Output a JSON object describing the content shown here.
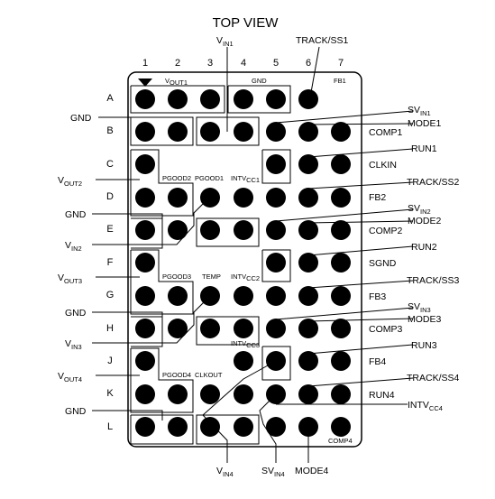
{
  "title": "TOP VIEW",
  "columns": [
    "1",
    "2",
    "3",
    "4",
    "5",
    "6",
    "7"
  ],
  "rows": [
    "A",
    "B",
    "C",
    "D",
    "E",
    "F",
    "G",
    "H",
    "J",
    "K",
    "L"
  ],
  "colors": {
    "ink": "#000000",
    "background": "#ffffff"
  },
  "icons": [
    "pin1-marker-triangle-icon"
  ],
  "inside_labels": {
    "vout1": {
      "main": "V",
      "sub": "OUT1"
    },
    "gnd_a": "GND",
    "fb1": "FB1",
    "pgood2": "PGOOD2",
    "pgood1": "PGOOD1",
    "intvcc1": {
      "main": "INTV",
      "sub": "CC1"
    },
    "pgood3": "PGOOD3",
    "temp": "TEMP",
    "intvcc2": {
      "main": "INTV",
      "sub": "CC2"
    },
    "intvcc3": {
      "main": "INTV",
      "sub": "CC3"
    },
    "pgood4": "PGOOD4",
    "clkout": "CLKOUT",
    "comp4": "COMP4"
  },
  "top_labels": {
    "vin1": {
      "main": "V",
      "sub": "IN1"
    },
    "track_ss1": "TRACK/SS1"
  },
  "bottom_labels": {
    "vin4": {
      "main": "V",
      "sub": "IN4"
    },
    "svin4": {
      "main": "SV",
      "sub": "IN4"
    },
    "mode4": "MODE4"
  },
  "left_labels": {
    "gnd1": "GND",
    "vout2": {
      "main": "V",
      "sub": "OUT2"
    },
    "gnd2": "GND",
    "vin2": {
      "main": "V",
      "sub": "IN2"
    },
    "vout3": {
      "main": "V",
      "sub": "OUT3"
    },
    "gnd3": "GND",
    "vin3": {
      "main": "V",
      "sub": "IN3"
    },
    "vout4": {
      "main": "V",
      "sub": "OUT4"
    },
    "gnd4": "GND"
  },
  "right_labels": {
    "svin1": {
      "main": "SV",
      "sub": "IN1"
    },
    "mode1": "MODE1",
    "comp1": "COMP1",
    "run1": "RUN1",
    "clkin": "CLKIN",
    "track_ss2": "TRACK/SS2",
    "fb2": "FB2",
    "svin2": {
      "main": "SV",
      "sub": "IN2"
    },
    "mode2": "MODE2",
    "comp2": "COMP2",
    "run2": "RUN2",
    "sgnd": "SGND",
    "track_ss3": "TRACK/SS3",
    "fb3": "FB3",
    "svin3": {
      "main": "SV",
      "sub": "IN3"
    },
    "mode3": "MODE3",
    "comp3": "COMP3",
    "run3": "RUN3",
    "fb4": "FB4",
    "track_ss4": "TRACK/SS4",
    "run4": "RUN4",
    "intvcc4": {
      "main": "INTV",
      "sub": "CC4"
    }
  }
}
